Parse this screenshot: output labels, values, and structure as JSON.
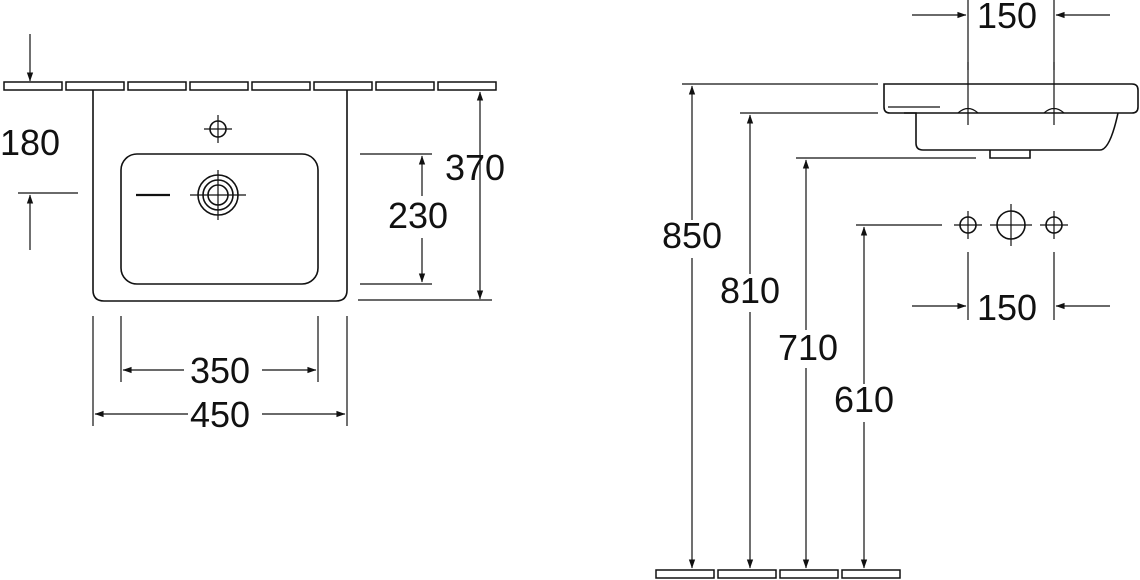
{
  "plan_view": {
    "dims": {
      "depth_to_tap": "180",
      "overall_depth": "370",
      "bowl_depth": "230",
      "bowl_width": "350",
      "overall_width": "450"
    }
  },
  "side_view": {
    "dims": {
      "tap_spacing_top": "150",
      "tap_spacing_bottom": "150",
      "height_rim": "850",
      "height_underside": "810",
      "height_outlet": "710",
      "height_connections": "610"
    }
  }
}
